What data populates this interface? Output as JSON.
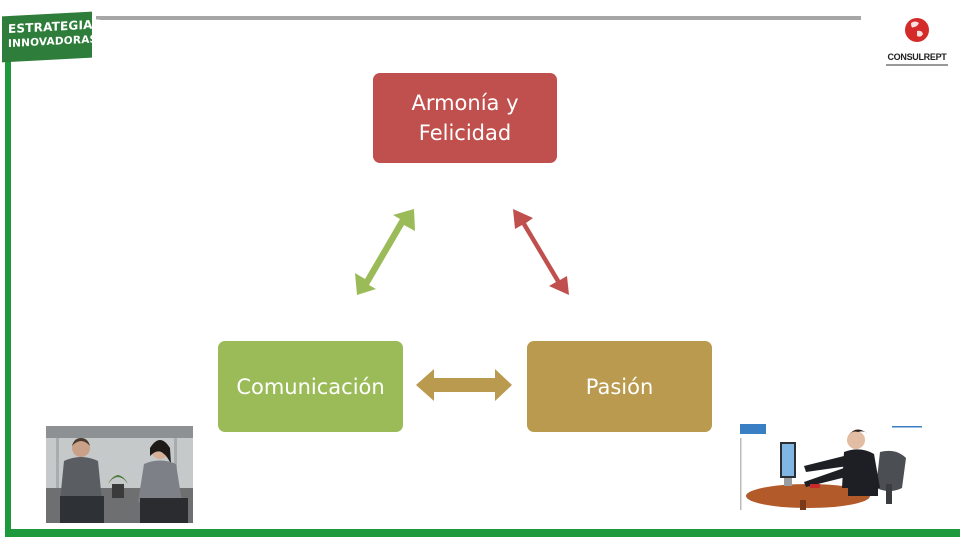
{
  "logo_left": {
    "line1": "ESTRATEGIAS",
    "line2": "INNOVADORAS"
  },
  "logo_right": {
    "name": "CONSULREPT"
  },
  "diagram": {
    "top_box": "Armonía y Felicidad",
    "left_box": "Comunicación",
    "right_box": "Pasión"
  },
  "colors": {
    "armonia": "#c0504d",
    "comunicacion": "#9bbb59",
    "pasion": "#b99a4f",
    "frame_green": "#1e9a3c"
  }
}
